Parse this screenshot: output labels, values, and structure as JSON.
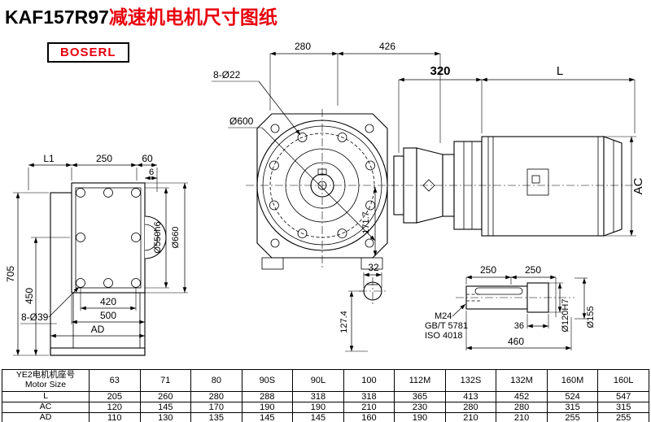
{
  "title": {
    "code": "KAF157R97",
    "suffix": "减速机电机尺寸图纸"
  },
  "logo": {
    "text": "BOSERL"
  },
  "dims": {
    "L1": "L1",
    "d250": "250",
    "d60": "60",
    "d6": "6",
    "d705": "705",
    "d450": "450",
    "bolt39": "8-Ø39",
    "d420": "420",
    "d500": "500",
    "AD": "AD",
    "dia550": "Ø550h6",
    "dia660": "Ø660",
    "d280": "280",
    "d426": "426",
    "bolt22": "8-Ø22",
    "dia600": "Ø600",
    "d1717": "171.7",
    "d320": "320",
    "L": "L",
    "AC": "AC",
    "d32": "32",
    "d1274": "127.4",
    "d250a": "250",
    "d250b": "250",
    "m24": "M24",
    "gbt": "GB/T 5781",
    "iso": "ISO 4018",
    "d36": "36",
    "d460": "460",
    "dia120": "Ø120H7",
    "dia155": "Ø155"
  },
  "table": {
    "header": {
      "line1": "YE2电机机座号",
      "line2": "Motor Size"
    },
    "columns": [
      "63",
      "71",
      "80",
      "90S",
      "90L",
      "100",
      "112M",
      "132S",
      "132M",
      "160M",
      "160L"
    ],
    "rows": [
      {
        "label": "L",
        "values": [
          "205",
          "260",
          "280",
          "288",
          "318",
          "318",
          "365",
          "413",
          "452",
          "524",
          "547"
        ]
      },
      {
        "label": "AC",
        "values": [
          "120",
          "145",
          "170",
          "190",
          "190",
          "210",
          "230",
          "280",
          "280",
          "315",
          "315"
        ]
      },
      {
        "label": "AD",
        "values": [
          "110",
          "130",
          "135",
          "145",
          "145",
          "160",
          "190",
          "210",
          "210",
          "255",
          "255"
        ]
      }
    ]
  }
}
